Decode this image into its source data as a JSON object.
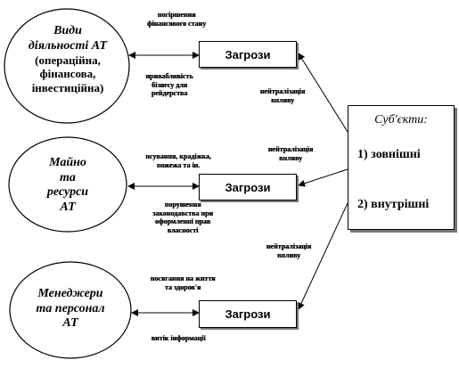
{
  "ellipses": {
    "activities": {
      "lines": [
        "Види",
        "діяльності АТ"
      ],
      "sub": [
        "(операційна,",
        "фінансова,",
        "інвестиційна)"
      ]
    },
    "property": {
      "lines": [
        "Майно",
        "та",
        "ресурси",
        "АТ"
      ]
    },
    "managers": {
      "lines": [
        "Менеджери",
        "та персонал",
        "АТ"
      ]
    }
  },
  "threats": [
    "Загрози",
    "Загрози",
    "Загрози"
  ],
  "labels": {
    "l1a": [
      "погіршення",
      "фінансового стану"
    ],
    "l1b": [
      "привабливість",
      "бізнесу для",
      "рейдерства"
    ],
    "l2a": [
      "псування, крадіжка,",
      "пожежа та ін."
    ],
    "l2b": [
      "порушення",
      "законодавства при",
      "оформленні прав",
      "власності"
    ],
    "l3a": [
      "посягання на життя",
      "та здоров'я"
    ],
    "l3b": [
      "витік інформації"
    ],
    "n1": [
      "нейтралізація",
      "впливу"
    ],
    "n2": [
      "нейтралізація",
      "впливу"
    ],
    "n3": [
      "нейтралізація",
      "впливу"
    ]
  },
  "subjects": {
    "title": "Суб'єкти:",
    "items": [
      "1) зовнішні",
      "2) внутрішні"
    ]
  }
}
